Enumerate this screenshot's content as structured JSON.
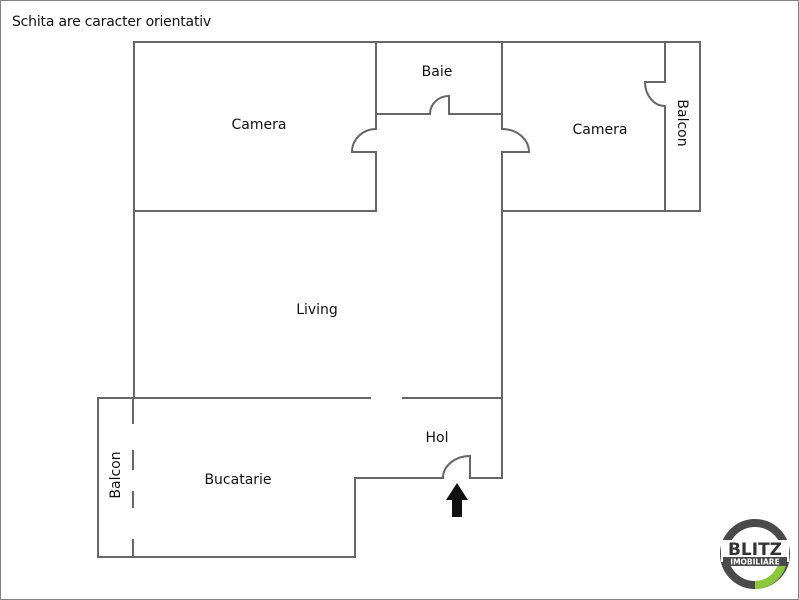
{
  "title": "Schita are caracter orientativ",
  "rooms": {
    "camera_left": "Camera",
    "baie": "Baie",
    "camera_right": "Camera",
    "balcon_right": "Balcon",
    "living": "Living",
    "hol": "Hol",
    "bucatarie": "Bucatarie",
    "balcon_left": "Balcon"
  },
  "logo": {
    "line1": "BLITZ",
    "line2": "IMOBILIARE",
    "ring_color": "#4a4a4a",
    "accent_color": "#8cc63f"
  },
  "colors": {
    "wall": "#666666",
    "text": "#111111",
    "arrow": "#111111"
  },
  "entrance_arrow": "entrance"
}
